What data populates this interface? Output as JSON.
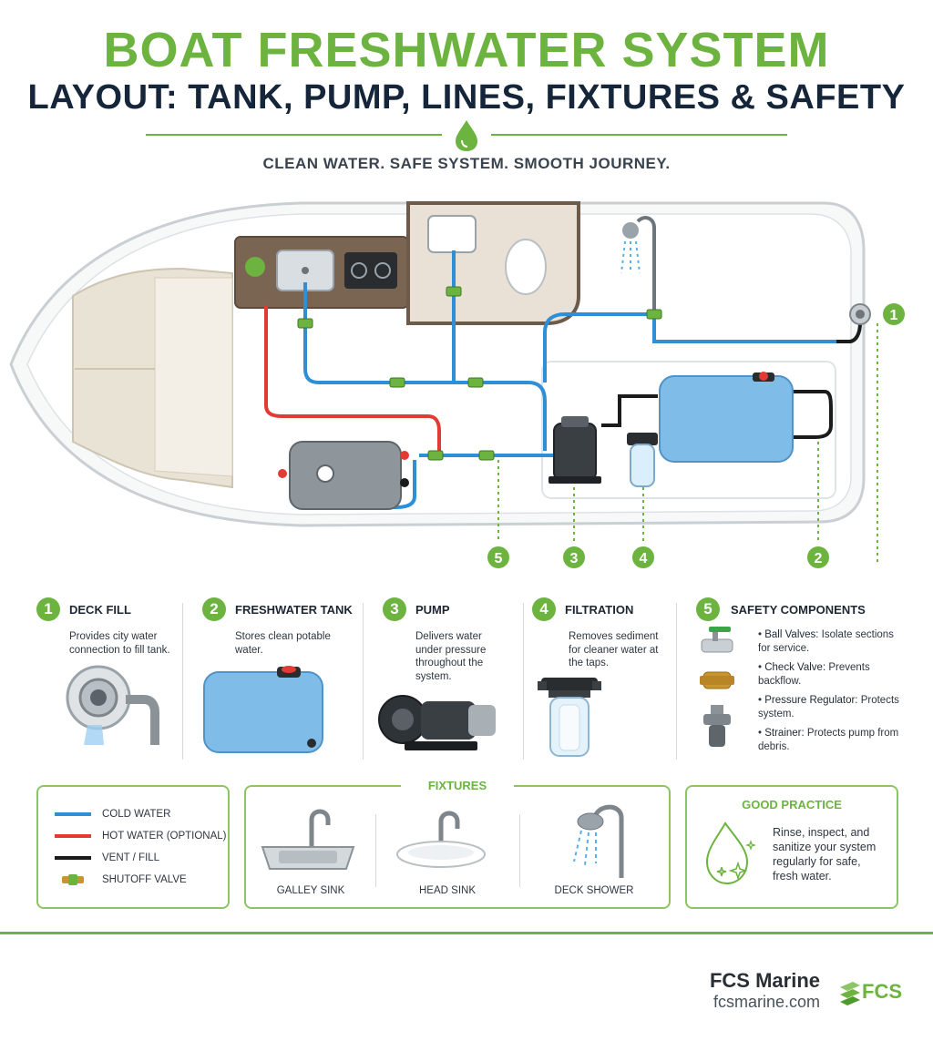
{
  "header": {
    "title_line1": "BOAT FRESHWATER SYSTEM",
    "title_line2": "LAYOUT: TANK, PUMP, LINES, FIXTURES & SAFETY",
    "tagline": "CLEAN WATER. SAFE SYSTEM. SMOOTH JOURNEY."
  },
  "diagram_callouts": [
    "1",
    "2",
    "3",
    "4",
    "5"
  ],
  "components": [
    {
      "num": "1",
      "title": "DECK FILL",
      "desc": "Provides city water connection to fill tank."
    },
    {
      "num": "2",
      "title": "FRESHWATER TANK",
      "desc": "Stores clean potable water."
    },
    {
      "num": "3",
      "title": "PUMP",
      "desc": "Delivers water under pressure throughout the system."
    },
    {
      "num": "4",
      "title": "FILTRATION",
      "desc": "Removes sediment for cleaner water at the taps."
    },
    {
      "num": "5",
      "title": "SAFETY COMPONENTS",
      "desc": ""
    }
  ],
  "safety_items": [
    {
      "name": "Ball Valves:",
      "text": " Isolate sections for service."
    },
    {
      "name": "Check Valve:",
      "text": " Prevents backflow."
    },
    {
      "name": "Pressure Regulator:",
      "text": " Protects system."
    },
    {
      "name": "Strainer:",
      "text": " Protects pump from debris."
    }
  ],
  "legend": [
    {
      "label": "COLD WATER",
      "color": "#2f8fd6"
    },
    {
      "label": "HOT WATER (OPTIONAL)",
      "color": "#e23b33"
    },
    {
      "label": "VENT / FILL",
      "color": "#1b1b1b"
    },
    {
      "label": "SHUTOFF VALVE",
      "color": "#6cb33f"
    }
  ],
  "fixtures": {
    "title": "FIXTURES",
    "items": [
      "GALLEY SINK",
      "HEAD SINK",
      "DECK SHOWER"
    ]
  },
  "good_practice": {
    "title": "GOOD PRACTICE",
    "text": "Rinse, inspect, and sanitize your system regularly for safe, fresh water."
  },
  "footer": {
    "brand": "FCS Marine",
    "url": "fcsmarine.com",
    "logo_text": "FCS"
  },
  "colors": {
    "accent_green": "#6cb33f",
    "navy": "#15253a",
    "cold_water": "#2f8fd6",
    "hot_water": "#e23b33",
    "vent_fill": "#1b1b1b",
    "tank_blue": "#7fbce8"
  }
}
